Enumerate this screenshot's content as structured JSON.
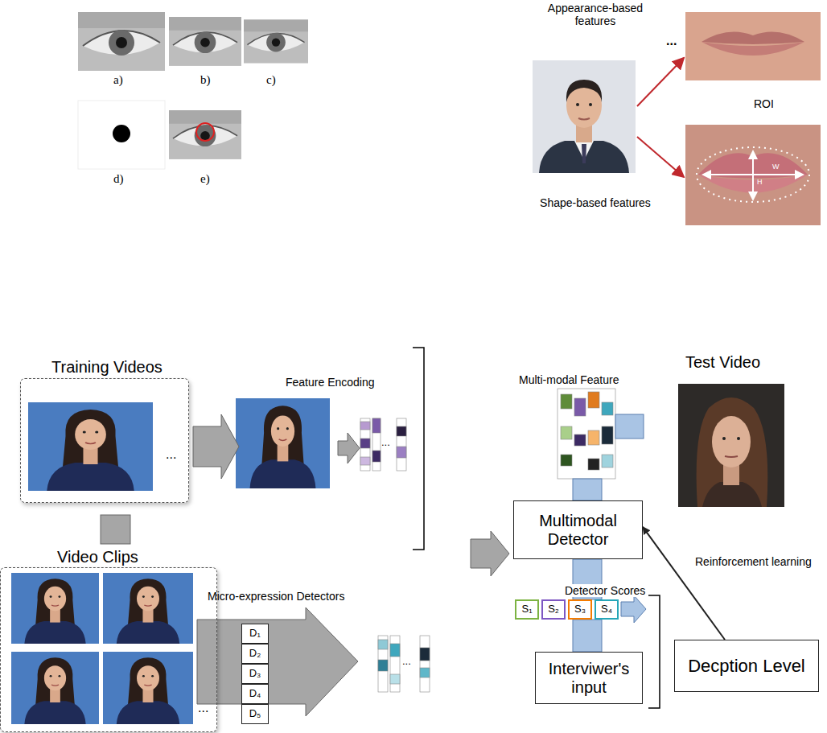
{
  "diagram": {
    "nodes": [
      {
        "text": [
          "Training Videos",
          "..."
        ]
      },
      {
        "text": [
          "Video Clips",
          "..."
        ]
      },
      {
        "text": [
          "D₁"
        ]
      },
      {
        "text": [
          "D₂"
        ]
      },
      {
        "text": [
          "D₃"
        ]
      },
      {
        "text": [
          "D₄"
        ]
      },
      {
        "text": [
          "D₅"
        ]
      },
      {
        "text": [
          "Multimodal Detector"
        ]
      },
      {
        "text": [
          "S₁"
        ]
      },
      {
        "text": [
          "S₂"
        ]
      },
      {
        "text": [
          "S₃"
        ]
      },
      {
        "text": [
          "S₄"
        ]
      },
      {
        "text": [
          "Interviwer's input"
        ]
      },
      {
        "text": [
          "Decption Level"
        ]
      }
    ],
    "edges": [
      {
        "from": 13,
        "to": 7,
        "label": "Reinforcement learning",
        "arrow": "to"
      }
    ],
    "labels": [
      "a)",
      "b)",
      "c)",
      "d)",
      "e)",
      "Appearance-based features",
      "...",
      "ROI",
      "Shape-based features",
      "W",
      "H",
      "Feature Encoding",
      "...",
      "Multi-modal Feature",
      "Test Video",
      "Micro-expression Detectors",
      "...",
      "Detector Scores"
    ]
  }
}
